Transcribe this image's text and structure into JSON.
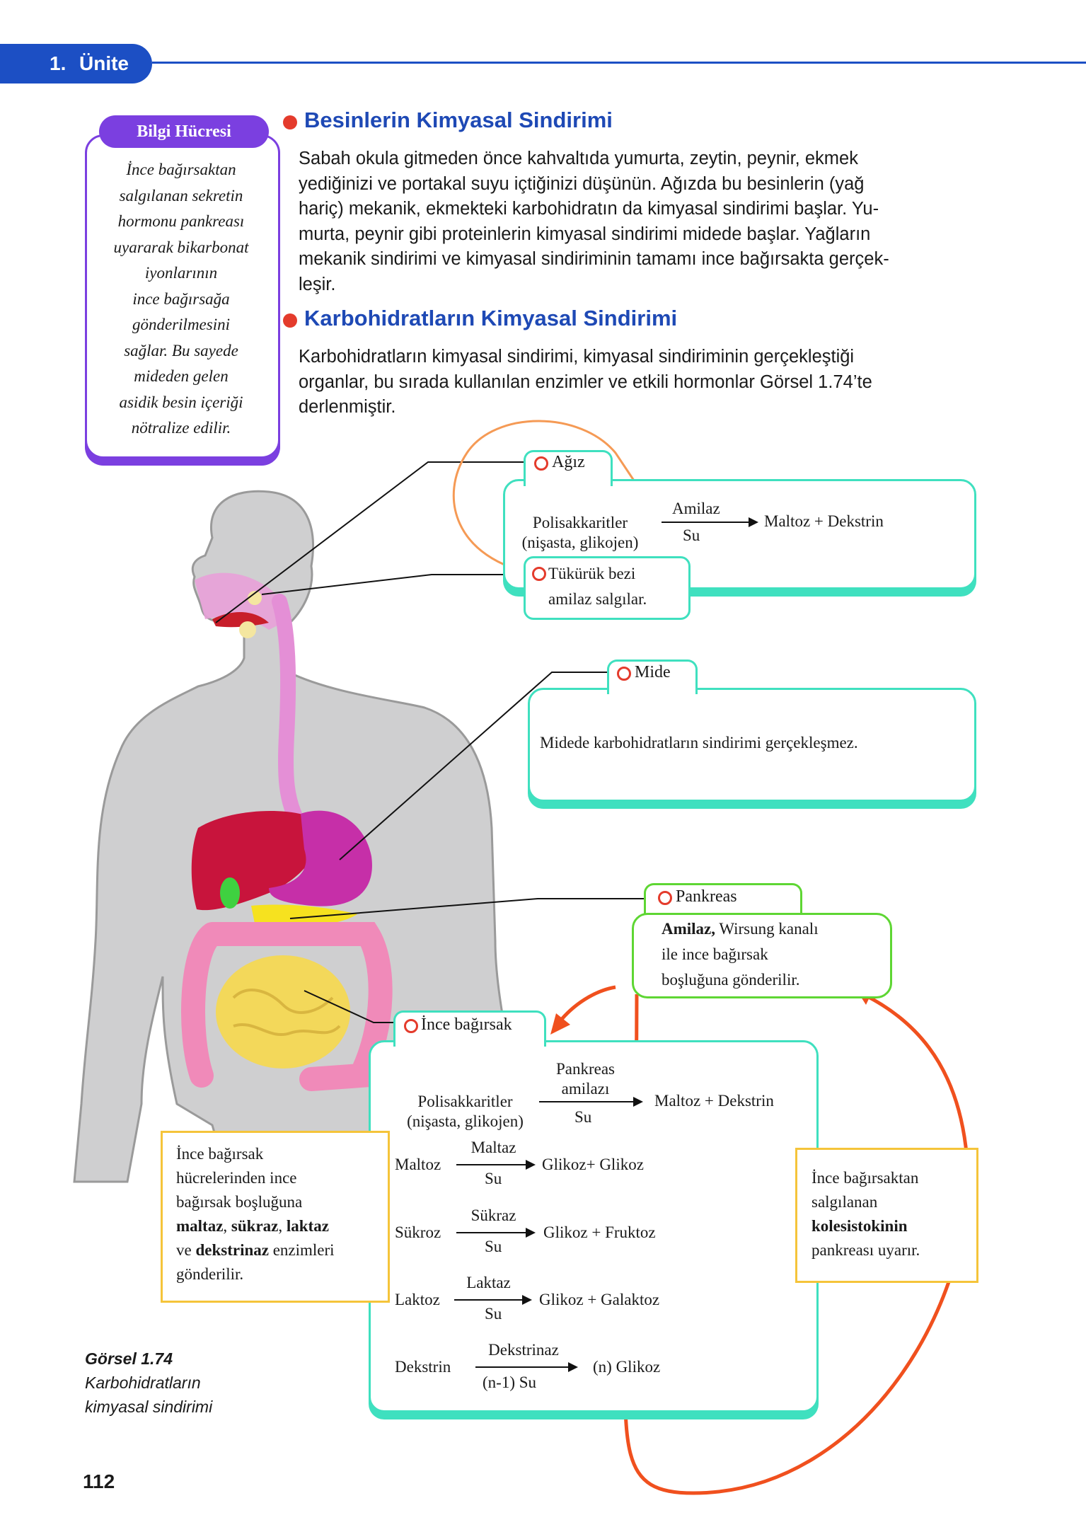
{
  "header": {
    "unit_number": "1.",
    "unit_label": "Ünite"
  },
  "info_box": {
    "title": "Bilgi Hücresi",
    "lines": [
      "İnce bağırsaktan",
      "salgılanan sekretin",
      "hormonu pankreası",
      "uyararak bikarbonat",
      "iyonlarının",
      "ince bağırsağa",
      "gönderilmesini",
      "sağlar. Bu sayede",
      "mideden gelen",
      "asidik besin içeriği",
      "nötralize edilir."
    ]
  },
  "section1": {
    "heading": "Besinlerin Kimyasal Sindirimi",
    "lines": [
      "Sabah okula gitmeden önce kahvaltıda yumurta, zeytin, peynir, ekmek",
      "yediğinizi ve portakal suyu içtiğinizi düşünün. Ağızda bu besinlerin (yağ",
      "hariç) mekanik, ekmekteki karbohidratın da kimyasal sindirimi başlar. Yu-",
      "murta, peynir gibi proteinlerin kimyasal sindirimi midede başlar. Yağların",
      "mekanik sindirimi ve kimyasal sindiriminin tamamı ince bağırsakta gerçek-",
      "leşir."
    ]
  },
  "section2": {
    "heading": "Karbohidratların Kimyasal Sindirimi",
    "lines": [
      "Karbohidratların kimyasal sindirimi, kimyasal sindiriminin gerçekleştiği",
      "organlar, bu sırada kullanılan enzimler  ve etkili hormonlar Görsel 1.74’te",
      "derlenmiştir."
    ]
  },
  "mouth": {
    "label": "Ağız",
    "substrate": "Polisakkaritler",
    "substrate_note": "(nişasta, glikojen)",
    "enzyme": "Amilaz",
    "water": "Su",
    "product": "Maltoz + Dekstrin"
  },
  "salivary": {
    "line1": "Tükürük bezi",
    "line2": "amilaz salgılar."
  },
  "stomach": {
    "label": "Mide",
    "text": "Midede karbohidratların sindirimi gerçekleşmez."
  },
  "pancreas": {
    "label": "Pankreas",
    "bold": "Amilaz,",
    "line1_rest": " Wirsung kanalı",
    "line2": "ile ince bağırsak",
    "line3": "boşluğuna gönderilir."
  },
  "small_intestine": {
    "label": "İnce bağırsak",
    "r1": {
      "sub": "Polisakkaritler",
      "note": "(nişasta, glikojen)",
      "enz1": "Pankreas",
      "enz2": "amilazı",
      "water": "Su",
      "prod": "Maltoz + Dekstrin"
    },
    "r2": {
      "sub": "Maltoz",
      "enz": "Maltaz",
      "water": "Su",
      "prod": "Glikoz+ Glikoz"
    },
    "r3": {
      "sub": "Sükroz",
      "enz": "Sükraz",
      "water": "Su",
      "prod": "Glikoz + Fruktoz"
    },
    "r4": {
      "sub": "Laktoz",
      "enz": "Laktaz",
      "water": "Su",
      "prod": "Glikoz + Galaktoz"
    },
    "r5": {
      "sub": "Dekstrin",
      "enz": "Dekstrinaz",
      "water": "(n-1) Su",
      "prod": "(n) Glikoz"
    }
  },
  "yellow_left": {
    "l1": "İnce bağırsak",
    "l2": "hücrelerinden ince",
    "l3": "bağırsak boşluğuna",
    "b1": "maltaz",
    "c1": ", ",
    "b2": "sükraz",
    "c2": ", ",
    "b3": "laktaz",
    "p1": "ve ",
    "b4": "dekstrinaz",
    "p2": " enzimleri",
    "l6": "gönderilir."
  },
  "yellow_right": {
    "l1": "İnce bağırsaktan",
    "l2": "salgılanan",
    "b": "kolesistokinin",
    "l4": "pankreası uyarır."
  },
  "caption": {
    "title": "Görsel 1.74",
    "line1": "Karbohidratların",
    "line2": "kimyasal sindirimi"
  },
  "page_number": "112",
  "colors": {
    "blue": "#1c4fc4",
    "purple": "#7b3fe0",
    "teal": "#3fe0bf",
    "green": "#5ed633",
    "orange": "#f0501e",
    "yellow": "#f5c43a",
    "red": "#e43b2c"
  }
}
